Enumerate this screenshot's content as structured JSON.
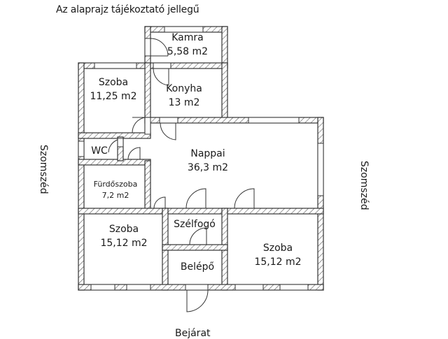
{
  "title": "Az alaprajz tájékoztató jellegű",
  "side_labels": {
    "left": "Szomszéd",
    "right": "Szomszéd",
    "bottom": "Bejárat"
  },
  "rooms": [
    {
      "id": "kamra",
      "name": "Kamra",
      "area": "5,58 m2"
    },
    {
      "id": "szoba-nw",
      "name": "Szoba",
      "area": "11,25 m2"
    },
    {
      "id": "konyha",
      "name": "Konyha",
      "area": "13 m2"
    },
    {
      "id": "wc",
      "name": "WC",
      "area": ""
    },
    {
      "id": "nappai",
      "name": "Nappai",
      "area": "36,3 m2"
    },
    {
      "id": "furdoszoba",
      "name": "Fürdőszoba",
      "area": "7,2 m2"
    },
    {
      "id": "szoba-sw",
      "name": "Szoba",
      "area": "15,12 m2"
    },
    {
      "id": "szelfogo",
      "name": "Szélfogó",
      "area": ""
    },
    {
      "id": "belepo",
      "name": "Belépő",
      "area": ""
    },
    {
      "id": "szoba-se",
      "name": "Szoba",
      "area": "15,12 m2"
    }
  ],
  "colors": {
    "wall": "#333333",
    "hatch": "#555555",
    "background": "#ffffff"
  }
}
